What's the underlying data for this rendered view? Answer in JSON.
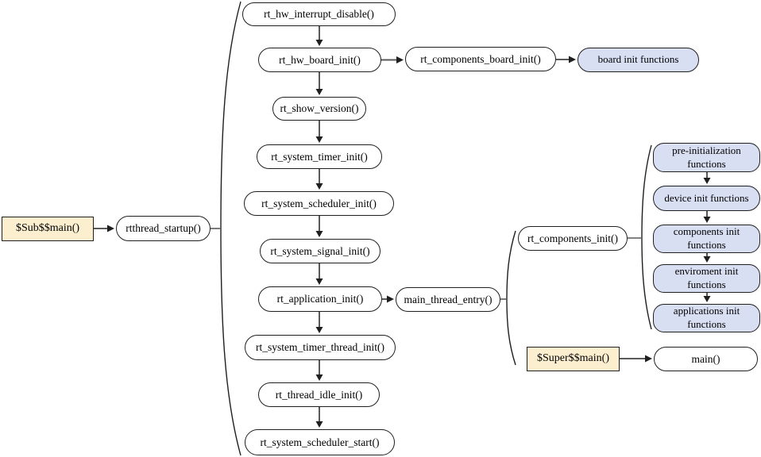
{
  "title": "RT-Thread startup sequence flow diagram",
  "colors": {
    "background": "#ffffff",
    "node_fill": "#ffffff",
    "node_border": "#1f1f1f",
    "highlight_fill": "#fcefd0",
    "component_fill": "#d9dff2",
    "arrow_shaft": "#595959",
    "arrow_head": "#1f1f1f"
  },
  "nodes": {
    "sub_main": {
      "label": "$Sub$$main()"
    },
    "rtthread_startup": {
      "label": "rtthread_startup()"
    },
    "rt_hw_interrupt_disable": {
      "label": "rt_hw_interrupt_disable()"
    },
    "rt_hw_board_init": {
      "label": "rt_hw_board_init()"
    },
    "rt_components_board_init": {
      "label": "rt_components_board_init()"
    },
    "board_init_functions": {
      "label": "board init functions"
    },
    "rt_show_version": {
      "label": "rt_show_version()"
    },
    "rt_system_timer_init": {
      "label": "rt_system_timer_init()"
    },
    "rt_system_scheduler_init": {
      "label": "rt_system_scheduler_init()"
    },
    "rt_system_signal_init": {
      "label": "rt_system_signal_init()"
    },
    "rt_application_init": {
      "label": "rt_application_init()"
    },
    "main_thread_entry": {
      "label": "main_thread_entry()"
    },
    "rt_components_init": {
      "label": "rt_components_init()"
    },
    "pre_initialization_functions": {
      "label": "pre-initialization\nfunctions"
    },
    "device_init_functions": {
      "label": "device init functions"
    },
    "components_init_functions": {
      "label": "components init\nfunctions"
    },
    "enviroment_init_functions": {
      "label": "enviroment init\nfunctions"
    },
    "applications_init_functions": {
      "label": "applications init\nfunctions"
    },
    "rt_system_timer_thread_init": {
      "label": "rt_system_timer_thread_init()"
    },
    "rt_thread_idle_init": {
      "label": "rt_thread_idle_init()"
    },
    "rt_system_scheduler_start": {
      "label": "rt_system_scheduler_start()"
    },
    "super_main": {
      "label": "$Super$$main()"
    },
    "main": {
      "label": "main()"
    }
  },
  "edges": [
    {
      "from": "sub_main",
      "to": "rtthread_startup",
      "style": "arrow"
    },
    {
      "from": "rtthread_startup",
      "to": "startup-sequence-group",
      "style": "brace"
    },
    {
      "from": "rt_hw_interrupt_disable",
      "to": "rt_hw_board_init",
      "style": "arrow"
    },
    {
      "from": "rt_hw_board_init",
      "to": "rt_components_board_init",
      "style": "arrow"
    },
    {
      "from": "rt_components_board_init",
      "to": "board_init_functions",
      "style": "arrow"
    },
    {
      "from": "rt_hw_board_init",
      "to": "rt_show_version",
      "style": "arrow"
    },
    {
      "from": "rt_show_version",
      "to": "rt_system_timer_init",
      "style": "arrow"
    },
    {
      "from": "rt_system_timer_init",
      "to": "rt_system_scheduler_init",
      "style": "arrow"
    },
    {
      "from": "rt_system_scheduler_init",
      "to": "rt_system_signal_init",
      "style": "arrow"
    },
    {
      "from": "rt_system_signal_init",
      "to": "rt_application_init",
      "style": "arrow"
    },
    {
      "from": "rt_application_init",
      "to": "main_thread_entry",
      "style": "arrow"
    },
    {
      "from": "main_thread_entry",
      "to": "main-thread-group",
      "style": "brace"
    },
    {
      "from": "rt_components_init",
      "to": "components-init-group",
      "style": "brace"
    },
    {
      "from": "pre_initialization_functions",
      "to": "device_init_functions",
      "style": "arrow"
    },
    {
      "from": "device_init_functions",
      "to": "components_init_functions",
      "style": "arrow"
    },
    {
      "from": "components_init_functions",
      "to": "enviroment_init_functions",
      "style": "arrow"
    },
    {
      "from": "enviroment_init_functions",
      "to": "applications_init_functions",
      "style": "arrow"
    },
    {
      "from": "rt_application_init",
      "to": "rt_system_timer_thread_init",
      "style": "arrow"
    },
    {
      "from": "rt_system_timer_thread_init",
      "to": "rt_thread_idle_init",
      "style": "arrow"
    },
    {
      "from": "rt_thread_idle_init",
      "to": "rt_system_scheduler_start",
      "style": "arrow"
    },
    {
      "from": "super_main",
      "to": "main",
      "style": "arrow"
    }
  ]
}
